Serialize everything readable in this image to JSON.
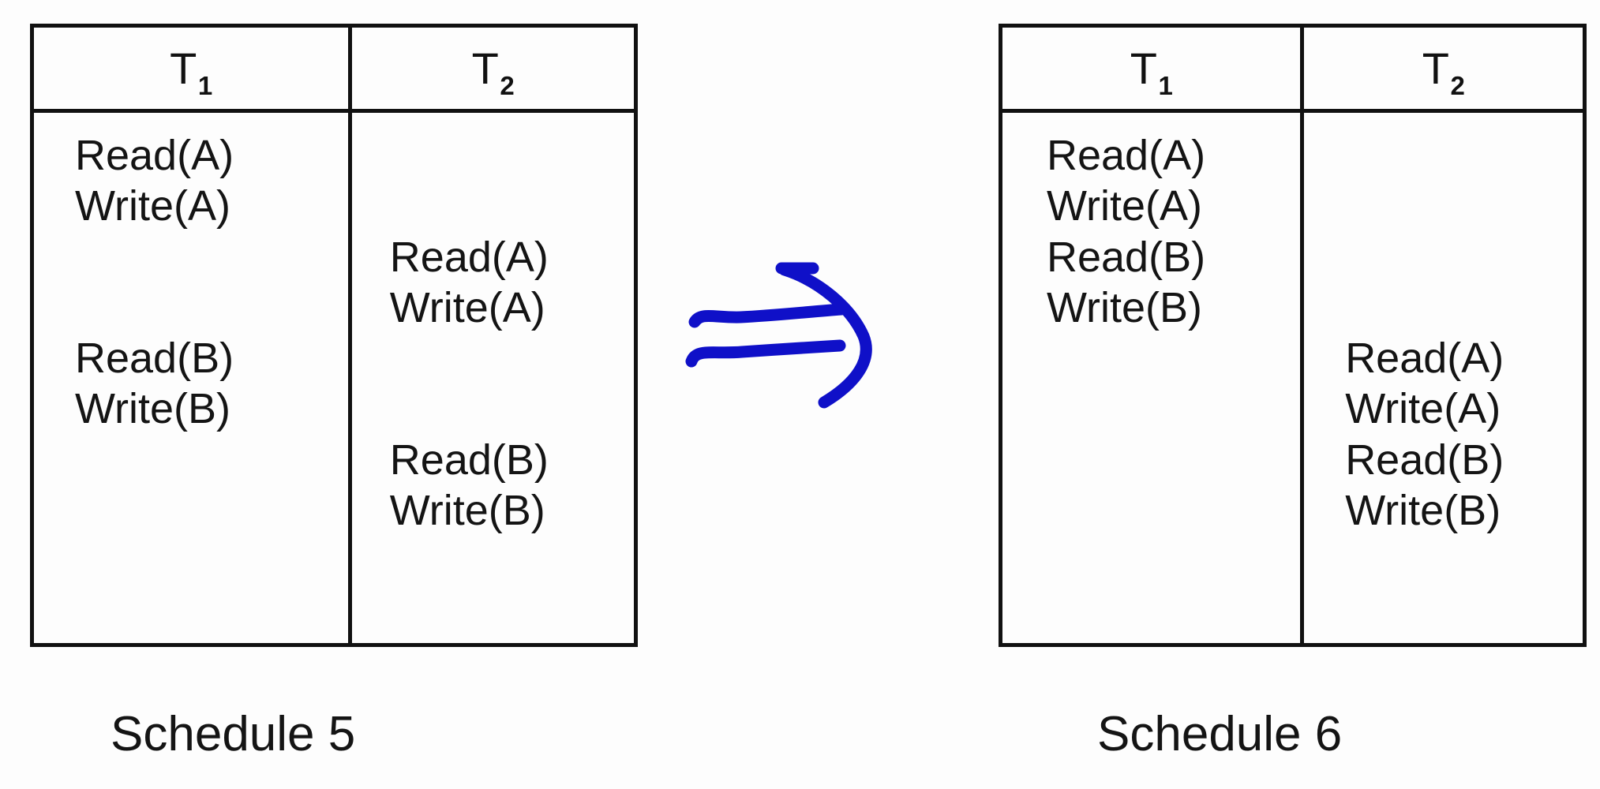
{
  "figure": {
    "background_color": "#fdfdfd",
    "line_color": "#111111",
    "text_color": "#141414",
    "arrow_color": "#0f10c8"
  },
  "schedules": [
    {
      "caption": "Schedule 5",
      "columns": [
        {
          "label": "T",
          "subscript": "1"
        },
        {
          "label": "T",
          "subscript": "2"
        }
      ],
      "t1_ops": [
        "Read(A)",
        "Write(A)",
        "",
        "",
        "Read(B)",
        "Write(B)",
        "",
        ""
      ],
      "t2_ops": [
        "",
        "",
        "Read(A)",
        "Write(A)",
        "",
        "",
        "Read(B)",
        "Write(B)"
      ]
    },
    {
      "caption": "Schedule 6",
      "columns": [
        {
          "label": "T",
          "subscript": "1"
        },
        {
          "label": "T",
          "subscript": "2"
        }
      ],
      "t1_ops": [
        "Read(A)",
        "Write(A)",
        "Read(B)",
        "Write(B)",
        "",
        "",
        "",
        ""
      ],
      "t2_ops": [
        "",
        "",
        "",
        "",
        "Read(A)",
        "Write(A)",
        "Read(B)",
        "Write(B)"
      ]
    }
  ],
  "arrow": {
    "name": "implies-arrow",
    "symbol": "=>",
    "color": "#0f10c8",
    "style": "hand-drawn double arrow"
  }
}
